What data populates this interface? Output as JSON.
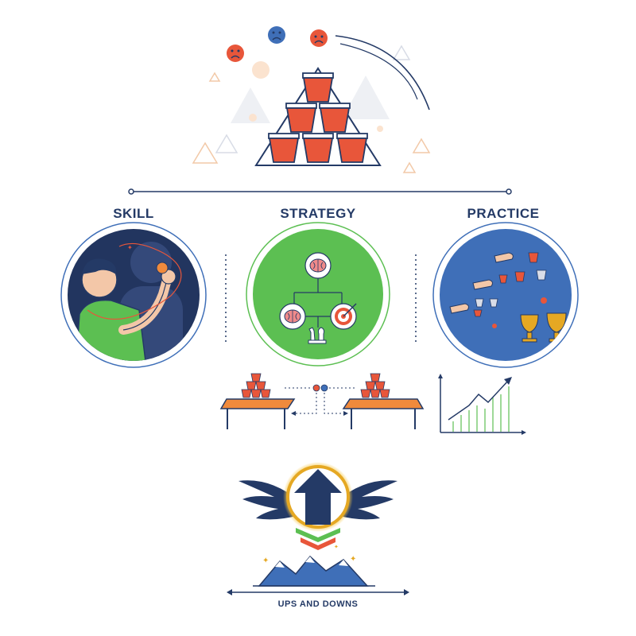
{
  "pillars": [
    {
      "label": "SKILL"
    },
    {
      "label": "STRATEGY"
    },
    {
      "label": "PRACTICE"
    }
  ],
  "footer": {
    "caption": "UPS AND DOWNS"
  },
  "colors": {
    "navy": "#243a66",
    "cup_red": "#e8563a",
    "green": "#5cbf52",
    "blue": "#3f6fb8",
    "gold": "#e5a823",
    "orange": "#f08a3c"
  }
}
